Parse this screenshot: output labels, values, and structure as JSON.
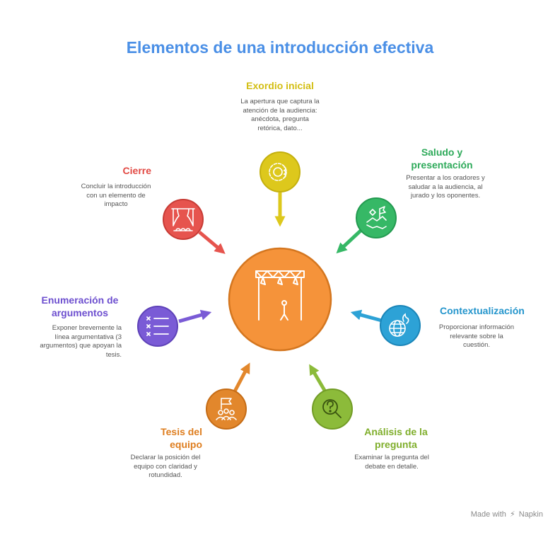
{
  "title": "Elementos de una introducción efectiva",
  "center": {
    "icon": "stage-icon",
    "color": "#f5933a"
  },
  "nodes": [
    {
      "key": "exordio",
      "title": "Exordio inicial",
      "desc": "La apertura que captura la atención de la audiencia: anécdota, pregunta retórica, dato...",
      "color": "#ddc81c",
      "icon": "brain-gear-icon"
    },
    {
      "key": "saludo",
      "title": "Saludo y presentación",
      "desc": "Presentar a los oradores y saludar a la audiencia, al jurado y los oponentes.",
      "color": "#36b866",
      "icon": "handshake-flag-icon"
    },
    {
      "key": "contexto",
      "title": "Contextualización",
      "desc": "Proporcionar información  relevante sobre la cuestión.",
      "color": "#2da2d6",
      "icon": "globe-fire-icon"
    },
    {
      "key": "analisis",
      "title": "Análisis de la pregunta",
      "desc": "Examinar la pregunta del debate en detalle.",
      "color": "#8cbb3a",
      "icon": "question-magnifier-icon"
    },
    {
      "key": "tesis",
      "title": "Tesis del equipo",
      "desc": "Declarar la posición del equipo con claridad y rotundidad.",
      "color": "#e2872c",
      "icon": "team-flag-icon"
    },
    {
      "key": "enumeracion",
      "title": "Enumeración de argumentos",
      "desc": "Exponer brevemente la línea argumentativa (3 argumentos) que apoyan la tesis.",
      "color": "#7a5bd6",
      "icon": "list-icon"
    },
    {
      "key": "cierre",
      "title": "Cierre",
      "desc": "Concluir la introducción con un elemento de impacto",
      "color": "#e6544e",
      "icon": "curtain-icon"
    }
  ],
  "footer": {
    "made_with": "Made with",
    "brand": "Napkin"
  }
}
